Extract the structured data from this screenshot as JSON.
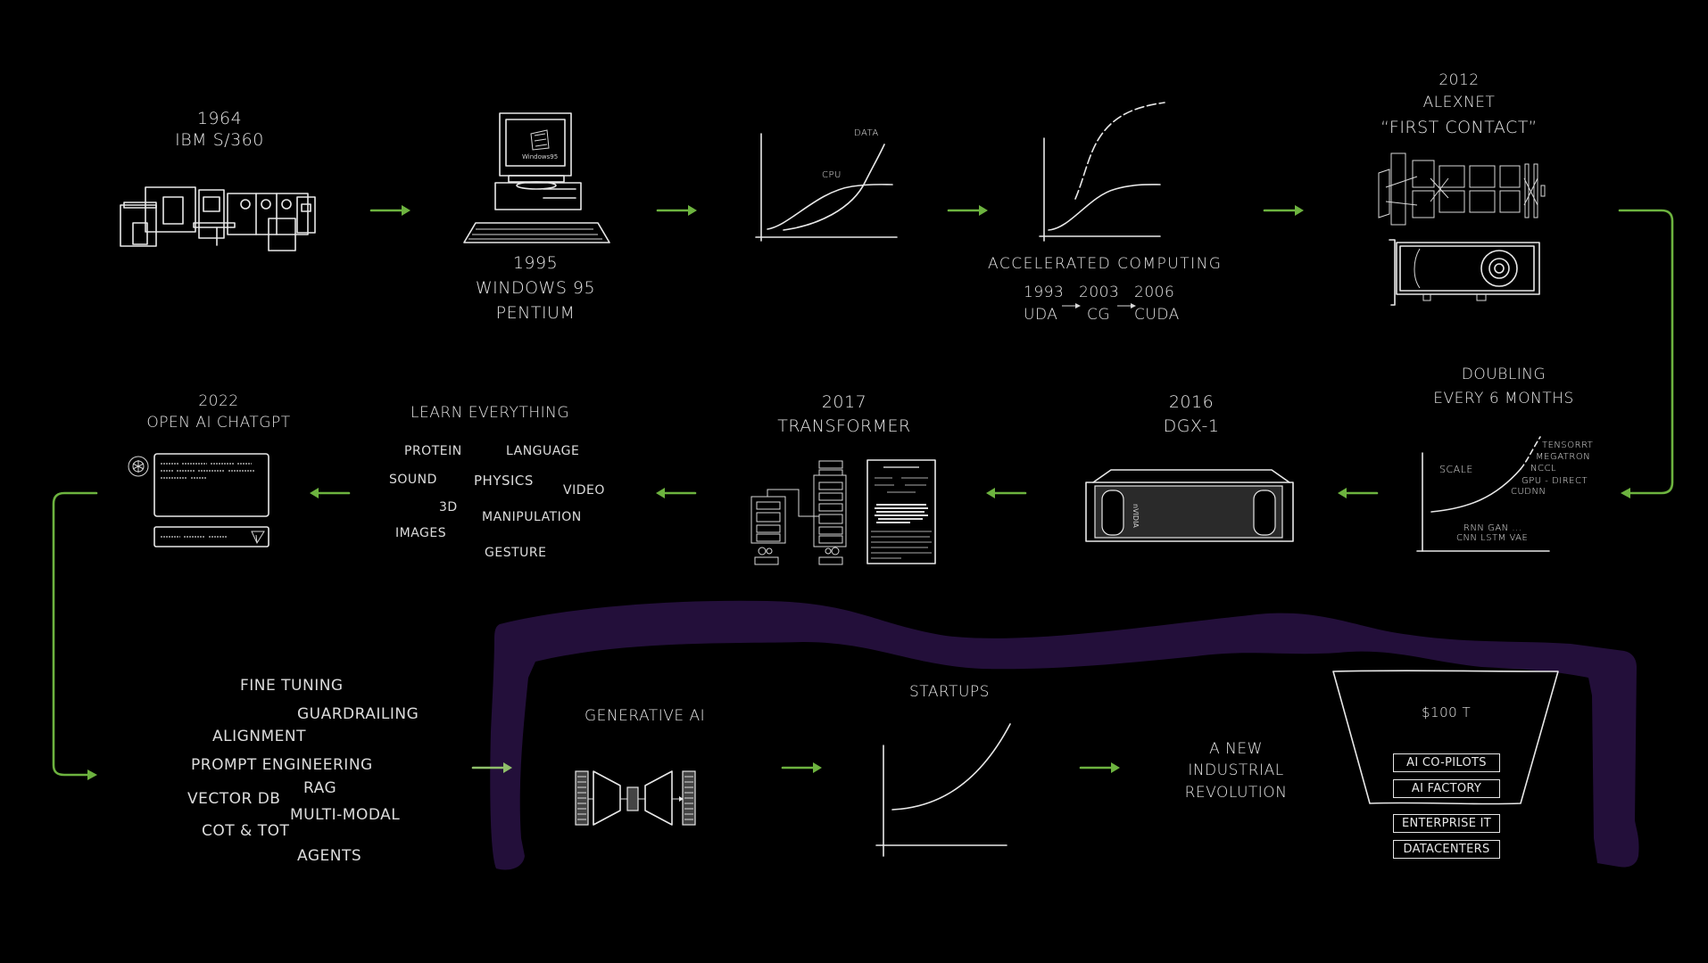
{
  "colors": {
    "background": "#000000",
    "arrow": "#6db33f",
    "sketch": "#e6e6e6",
    "highlight": "#230f3a"
  },
  "row1": {
    "ibm": {
      "year": "1964",
      "name": "IBM S/360",
      "icon": "mainframe-icon"
    },
    "win95": {
      "year": "1995",
      "line2": "WINDOWS 95",
      "line3": "PENTIUM",
      "icon": "desktop-computer-icon"
    },
    "cpu_chart": {
      "data_label": "DATA",
      "cpu_label": "CPU",
      "icon": "cpu-vs-data-chart-icon"
    },
    "accel": {
      "title": "ACCELERATED COMPUTING",
      "timeline": [
        {
          "year": "1993",
          "name": "UDA"
        },
        {
          "year": "2003",
          "name": "CG"
        },
        {
          "year": "2006",
          "name": "CUDA"
        }
      ],
      "icon": "accelerated-curve-chart-icon"
    },
    "alexnet": {
      "year": "2012",
      "name": "ALEXNET",
      "quote": "“FIRST CONTACT”",
      "icons": [
        "alexnet-diagram-icon",
        "gpu-card-icon"
      ]
    }
  },
  "row2": {
    "doubling": {
      "line1": "DOUBLING",
      "line2": "EVERY 6 MONTHS",
      "scale_label": "SCALE",
      "stack": [
        "TENSORRT",
        "MEGATRON",
        "NCCL",
        "GPU - DIRECT",
        "CUDNN"
      ],
      "models_line1": "RNN  GAN ...",
      "models_line2": "CNN  LSTM  VAE"
    },
    "dgx": {
      "year": "2016",
      "name": "DGX-1",
      "icon": "dgx-server-icon",
      "brand": "nVIDIA"
    },
    "transformer": {
      "year": "2017",
      "name": "TRANSFORMER",
      "icons": [
        "transformer-architecture-icon",
        "research-paper-icon"
      ]
    },
    "learn": {
      "title": "LEARN EVERYTHING",
      "words": [
        "PROTEIN",
        "LANGUAGE",
        "SOUND",
        "PHYSICS",
        "VIDEO",
        "3D",
        "MANIPULATION",
        "IMAGES",
        "GESTURE"
      ]
    },
    "chatgpt": {
      "year": "2022",
      "name": "OPEN AI CHATGPT",
      "icons": [
        "openai-logo-icon",
        "chat-window-icon",
        "send-icon"
      ]
    }
  },
  "row3": {
    "techniques": [
      "FINE TUNING",
      "GUARDRAILING",
      "ALIGNMENT",
      "PROMPT ENGINEERING",
      "RAG",
      "VECTOR DB",
      "MULTI-MODAL",
      "COT & TOT",
      "AGENTS"
    ],
    "genai": {
      "title": "GENERATIVE AI",
      "icon": "autoencoder-icon"
    },
    "startups": {
      "title": "STARTUPS",
      "icon": "exponential-growth-chart-icon"
    },
    "revolution": {
      "line1": "A NEW",
      "line2": "INDUSTRIAL",
      "line3": "REVOLUTION"
    },
    "funnel": {
      "top_value": "$100 T",
      "inside": [
        "AI CO-PILOTS",
        "AI FACTORY"
      ],
      "below": [
        "ENTERPRISE IT",
        "DATACENTERS"
      ]
    }
  }
}
